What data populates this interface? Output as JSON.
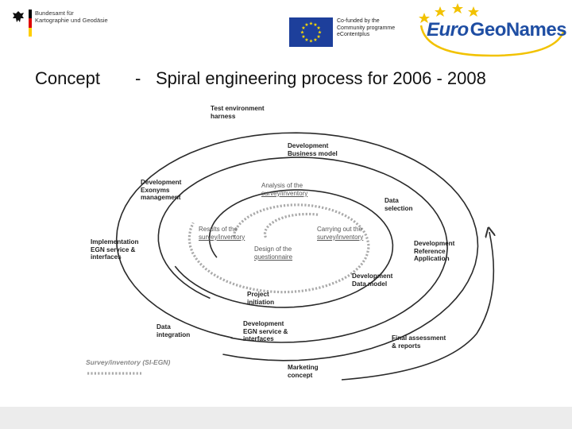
{
  "header": {
    "bkg_logo_text": "Bundesamt für\nKartographie und Geodäsie",
    "eu_cofunding": [
      "Co-funded by the",
      "Community programme",
      "eContentplus"
    ],
    "egn_logo_euro": "Euro",
    "egn_logo_geonames": "GeoNames",
    "flag_colors": [
      "#000000",
      "#dd0000",
      "#ffce00"
    ],
    "eu_blue": "#1d3f9b",
    "eu_star_color": "#ffdd00",
    "egn_blue": "#1f4ea3",
    "egn_star_color": "#f2c200"
  },
  "title": {
    "left": "Concept",
    "dash": "-",
    "main": "Spiral engineering process for 2006 - 2008"
  },
  "spiral_outer_labels": {
    "test_env": [
      "Test environment",
      "harness"
    ],
    "dev_business": [
      "Development",
      "Business model"
    ],
    "dev_exonyms": [
      "Development",
      "Exonyms",
      "management"
    ],
    "data_selection": [
      "Data",
      "selection"
    ],
    "impl_egn": [
      "Implementation",
      "EGN service &",
      "interfaces"
    ],
    "dev_reference": [
      "Development",
      "Reference",
      "Application"
    ],
    "dev_data_model": [
      "Development",
      "Data model"
    ],
    "project_init": [
      "Project",
      "initiation"
    ],
    "data_integration": [
      "Data",
      "integration"
    ],
    "dev_egn_service": [
      "Development",
      "EGN service &",
      "interfaces"
    ],
    "final_assessment": [
      "Final assessment",
      "& reports"
    ],
    "marketing": [
      "Marketing",
      "concept"
    ]
  },
  "spiral_inner_labels": {
    "analysis": [
      "Analysis of the",
      "survey/inventory"
    ],
    "results": [
      "Results of the",
      "survey/inventory"
    ],
    "carrying_out": [
      "Carrying out the",
      "survey/inventory"
    ],
    "design": [
      "Design of the",
      "questionnaire"
    ]
  },
  "legend": {
    "label": "Survey/inventory (SI-EGN)"
  }
}
